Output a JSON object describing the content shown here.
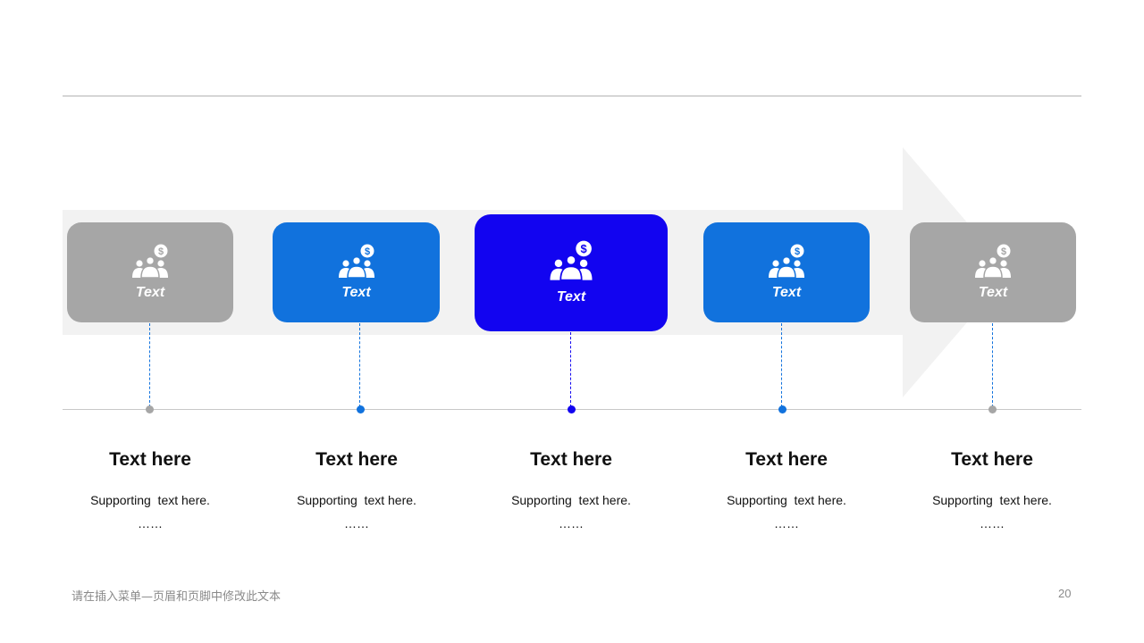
{
  "colors": {
    "gray": "#a6a6a6",
    "blue": "#1172dd",
    "deep_blue": "#1204f0",
    "arrow": "#f2f2f2",
    "rule": "#b3b3b3"
  },
  "steps": [
    {
      "card_label": "Text",
      "title": "Text here",
      "subtitle": "Supporting  text here.",
      "ellipsis": "……",
      "style": "gray",
      "icon": "people-dollar-icon"
    },
    {
      "card_label": "Text",
      "title": "Text here",
      "subtitle": "Supporting  text here.",
      "ellipsis": "……",
      "style": "blue",
      "icon": "people-dollar-icon"
    },
    {
      "card_label": "Text",
      "title": "Text here",
      "subtitle": "Supporting  text here.",
      "ellipsis": "……",
      "style": "deep_blue",
      "icon": "people-dollar-icon"
    },
    {
      "card_label": "Text",
      "title": "Text here",
      "subtitle": "Supporting  text here.",
      "ellipsis": "……",
      "style": "blue",
      "icon": "people-dollar-icon"
    },
    {
      "card_label": "Text",
      "title": "Text here",
      "subtitle": "Supporting  text here.",
      "ellipsis": "……",
      "style": "gray",
      "icon": "people-dollar-icon"
    }
  ],
  "footer": {
    "text": "请在插入菜单—页眉和页脚中修改此文本",
    "page_number": "20"
  }
}
